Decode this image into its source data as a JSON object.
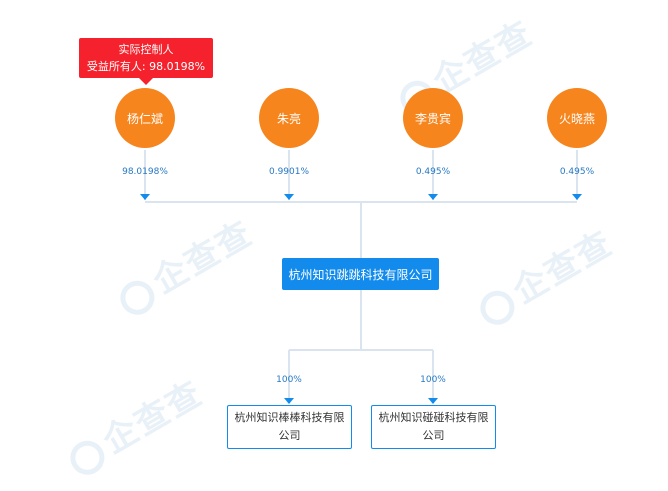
{
  "controller_badge": {
    "title": "实际控制人",
    "subtitle": "受益所有人: 98.0198%"
  },
  "shareholders": [
    {
      "name": "杨仁斌",
      "share": "98.0198%"
    },
    {
      "name": "朱亮",
      "share": "0.9901%"
    },
    {
      "name": "李贵宾",
      "share": "0.495%"
    },
    {
      "name": "火晓燕",
      "share": "0.495%"
    }
  ],
  "company": {
    "name": "杭州知识跳跳科技有限公司"
  },
  "subsidiaries": [
    {
      "name": "杭州知识棒棒科技有限公司",
      "share": "100%"
    },
    {
      "name": "杭州知识碰碰科技有限公司",
      "share": "100%"
    }
  ],
  "colors": {
    "person": "#f7851d",
    "company": "#128bed",
    "badge": "#f5222d",
    "percent_text": "#2678c5",
    "line": "#d9e4ef",
    "arrow": "#128bed"
  },
  "watermark": "企查查"
}
